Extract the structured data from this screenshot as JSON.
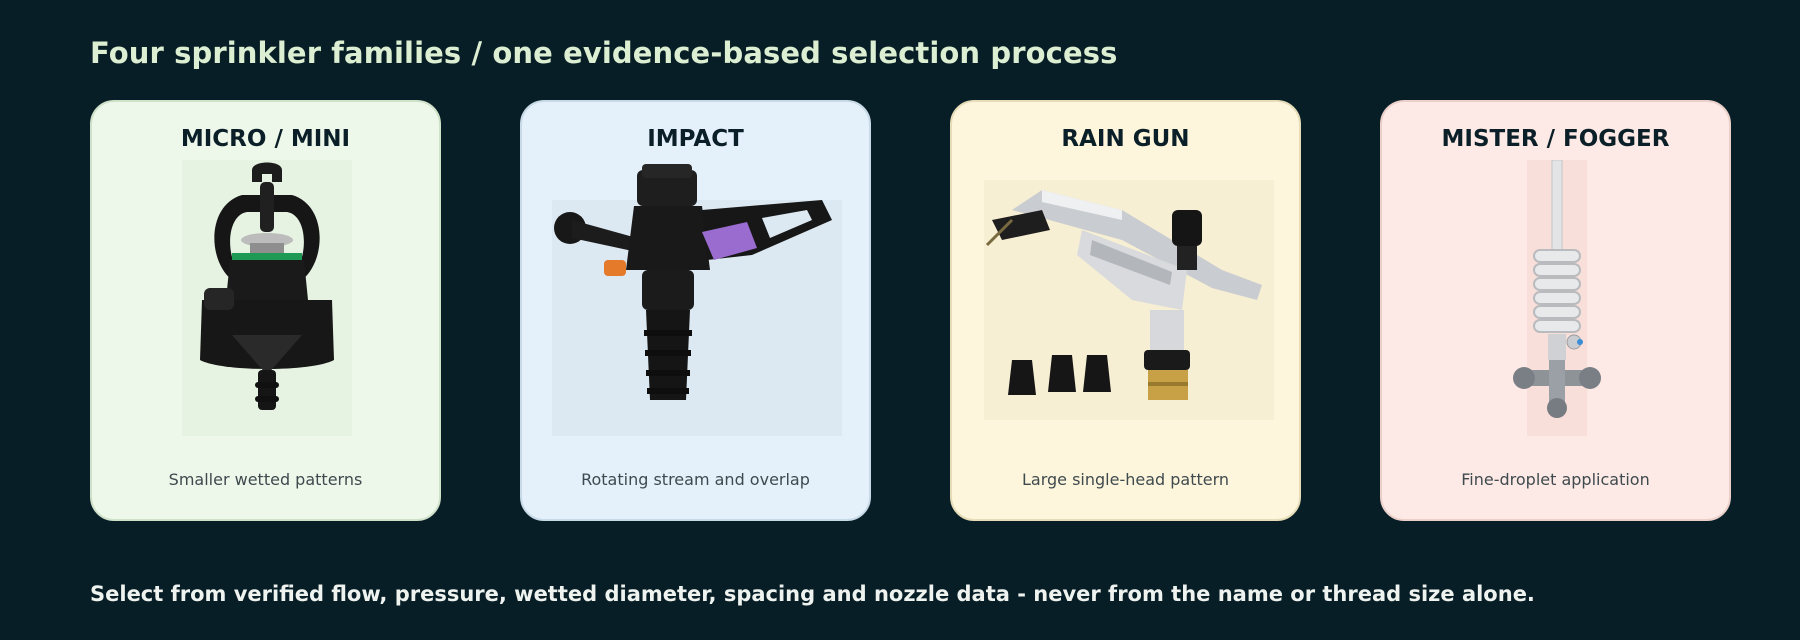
{
  "headline": "Four sprinkler families  /  one evidence-based selection process",
  "cards": [
    {
      "title": "MICRO / MINI",
      "caption": "Smaller wetted patterns",
      "background": "#edf7ea",
      "photo": "micro-sprinkler-photo"
    },
    {
      "title": "IMPACT",
      "caption": "Rotating stream and overlap",
      "background": "#e4f1fb",
      "photo": "impact-sprinkler-photo"
    },
    {
      "title": "RAIN GUN",
      "caption": "Large single-head pattern",
      "background": "#fdf6dc",
      "photo": "rain-gun-photo"
    },
    {
      "title": "MISTER / FOGGER",
      "caption": "Fine-droplet application",
      "background": "#fde9e5",
      "photo": "mister-fogger-photo"
    }
  ],
  "footer": "Select from verified flow, pressure, wetted diameter, spacing and nozzle data - never from the name or thread size alone.",
  "colors": {
    "page_background": "#081e26",
    "headline": "#dcefd2",
    "footer": "#eef3f0"
  }
}
